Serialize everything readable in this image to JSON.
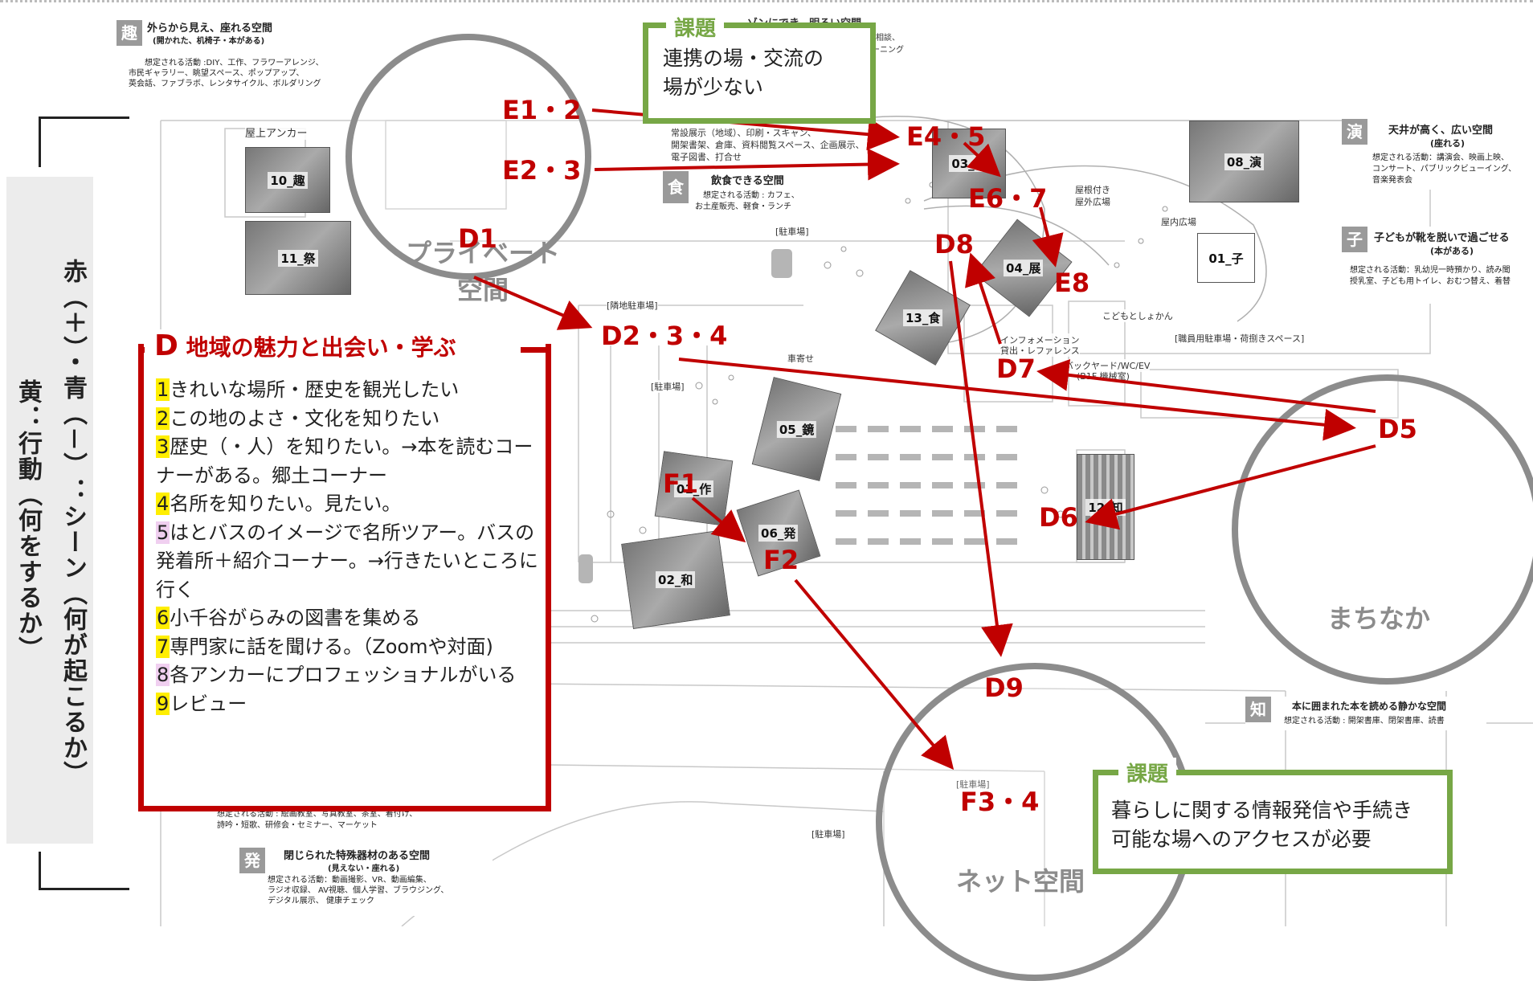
{
  "left_band": {
    "col_right": "赤（＋）・青（－）：シーン（何が起こるか）",
    "col_left": "黄：行動（何をするか）"
  },
  "kadai_top": {
    "title": "課題",
    "text_l1": "連携の場・交流の",
    "text_l2": "場が少ない"
  },
  "kadai_bottom": {
    "title": "課題",
    "text_l1": "暮らしに関する情報発信や手続き",
    "text_l2": "可能な場へのアクセスが必要"
  },
  "d_panel": {
    "letter": "D",
    "title": "地域の魅力と出会い・学ぶ",
    "items": [
      {
        "num": "1",
        "text": "きれいな場所・歴史を観光したい",
        "hl": "yellow"
      },
      {
        "num": "2",
        "text": "この地のよさ・文化を知りたい",
        "hl": "yellow"
      },
      {
        "num": "3",
        "text": "歴史（・人）を知りたい。→本を読むコーナーがある。郷土コーナー",
        "hl": "yellow"
      },
      {
        "num": "4",
        "text": "名所を知りたい。見たい。",
        "hl": "yellow"
      },
      {
        "num": "5",
        "text": "はとバスのイメージで名所ツアー。バスの発着所＋紹介コーナー。→行きたいところに行く",
        "hl": "pink"
      },
      {
        "num": "6",
        "text": "小千谷がらみの図書を集める",
        "hl": "yellow"
      },
      {
        "num": "7",
        "text": "専門家に話を聞ける。（Zoomや対面)",
        "hl": "yellow"
      },
      {
        "num": "8",
        "text": "各アンカーにプロフェッショナルがいる",
        "hl": "pink"
      },
      {
        "num": "9",
        "text": "レビュー",
        "hl": "yellow"
      }
    ]
  },
  "circles": {
    "private": "プライベート\n空間",
    "machinaka": "まちなか",
    "net": "ネット空間"
  },
  "red_labels": {
    "e12": "E1・2",
    "e23": "E2・3",
    "e45": "E4・5",
    "e67": "E6・7",
    "e8": "E8",
    "d1": "D1",
    "d234": "D2・3・4",
    "d5": "D5",
    "d6": "D6",
    "d7": "D7",
    "d8": "D8",
    "d9": "D9",
    "f1": "F1",
    "f2": "F2",
    "f34": "F3・4"
  },
  "captions": {
    "shu": {
      "badge": "趣",
      "t1": "外らから見え、座れる空間",
      "t2": "(開かれた、机椅子・本がある)",
      "t3": "想定される活動 :DIY、工作、フラワーアレンジ、",
      "t4": "市民ギャラリー、眺望スペース、ポップアップ、",
      "t5": "英会話、ファブラボ、レンタサイクル、ボルダリング"
    },
    "en": {
      "badge": "演",
      "t1": "天井が高く、広い空間",
      "t2": "(座れる)",
      "t3": "想定される活動：講演会、映画上映、",
      "t4": "コンサート、パブリックビューイング、",
      "t5": "音楽発表会"
    },
    "ko": {
      "badge": "子",
      "t1": "子どもが靴を脱いで過ごせる",
      "t2": "(本がある)",
      "t3": "想定される活動：乳幼児一時預かり、読み聞",
      "t4": "授乳室、子ども用トイレ、おむつ替え、着替"
    },
    "shoku": {
      "badge": "食",
      "t1": "飲食できる空間",
      "t3": "想定される活動 : カフェ、",
      "t4": "お土産販売、軽食・ランチ"
    },
    "chi": {
      "badge": "知",
      "t1": "本に囲まれた本を読める静かな空間",
      "t3": "想定される活動 : 開架書庫、閉架書庫、読書"
    },
    "hatsu": {
      "badge": "発",
      "t1": "閉じられた特殊器材のある空間",
      "t2": "(見えない・座れる)",
      "t3": "想定される活動：動画撮影、VR、動画編集、",
      "t4": "ラジオ収録、 AV視聴、個人学習、ブラウジング、",
      "t5": "デジタル展示、 健康チェック"
    },
    "wa_partial": {
      "t1": "想定される活動 : 絵画教室、写真教室、茶室、着付け、",
      "t2": "詩吟・短歌、研修会・セミナー、マーケット"
    }
  },
  "map_text": {
    "okujo": "屋上アンカー",
    "tenji": "常設展示（地域）、印刷・スキャン、",
    "kaika": "開架書架、倉庫、資料閲覧スペース、企画展示、",
    "denshi": "電子図書、打合せ",
    "yane": "屋根付き",
    "okugai": "屋外広場",
    "okunai": "屋内広場",
    "kodomo": "こどもとしょかん",
    "info1": "インフォメーション",
    "info2": "貸出・レファレンス",
    "back1": "バックヤード/WC/EV",
    "back2": "(B1F 機械室)",
    "shokuin": "[職員用駐車場・荷捌きスペース]",
    "kurumayose": "車寄せ",
    "chusha": "[駐車場]",
    "chusha2": "[駐車場]",
    "chusha3": "[駐車場]",
    "chusha4": "[駐車場]",
    "rinchi": "[隣地駐車場]",
    "top_cut": "ゾンにでき、明るい空間",
    "top_cut2": "相談、",
    "top_cut3": "ーニング"
  },
  "photos": {
    "p10": "10_趣",
    "p11": "11_祭",
    "p03": "03_会",
    "p08": "08_演",
    "p01k": "01_子",
    "p04": "04_展",
    "p13": "13_食",
    "p05": "05_鏡",
    "p01s": "01_作",
    "p06": "06_発",
    "p02": "02_和",
    "p12": "12_知"
  }
}
